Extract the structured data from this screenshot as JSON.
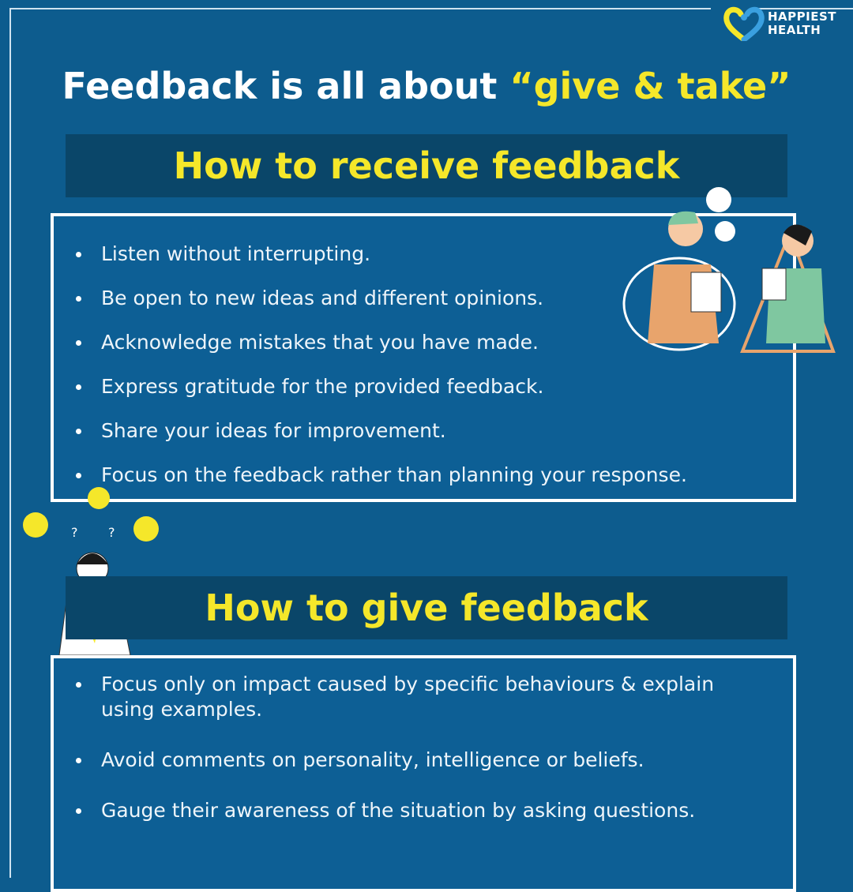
{
  "brand": {
    "name_line1": "HAPPIEST",
    "name_line2": "HEALTH"
  },
  "title": {
    "prefix": "Feedback is all about ",
    "highlight": "“give & take”"
  },
  "receive": {
    "heading": "How to receive feedback",
    "items": [
      "Listen without interrupting.",
      "Be open to new ideas and different opinions.",
      "Acknowledge mistakes that you have made.",
      "Express gratitude for the provided feedback.",
      "Share your ideas for improvement.",
      "Focus on the feedback rather than planning your response."
    ]
  },
  "give": {
    "heading": "How to give feedback",
    "items": [
      "Focus only on impact caused by specific behaviours & explain using examples.",
      "Avoid comments on personality, intelligence or beliefs.",
      "Gauge their awareness of the situation by asking questions."
    ]
  },
  "colors": {
    "background": "#0d5c8e",
    "accent": "#f5e72a",
    "header_bar": "#0a4669"
  }
}
